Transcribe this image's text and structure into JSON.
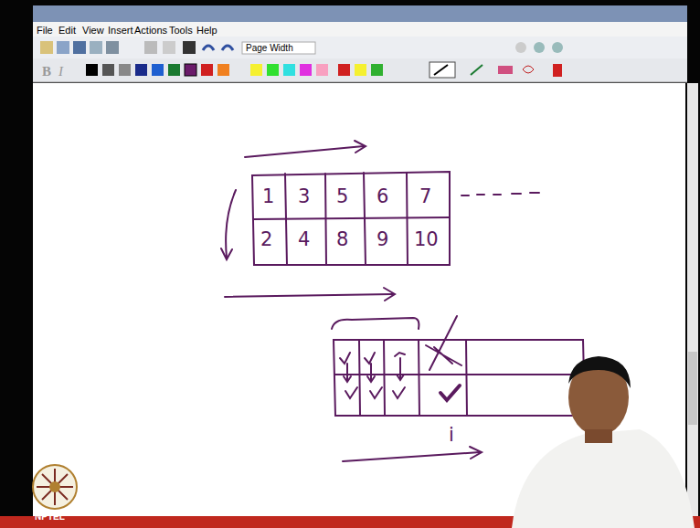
{
  "diagram": {
    "labels": [
      "File",
      "Edit",
      "View",
      "Insert",
      "Actions",
      "Tools",
      "Help",
      "Page Width",
      "1",
      "3",
      "5",
      "6",
      "7",
      "2",
      "4",
      "8",
      "9",
      "10",
      "i",
      "NPTEL"
    ]
  }
}
